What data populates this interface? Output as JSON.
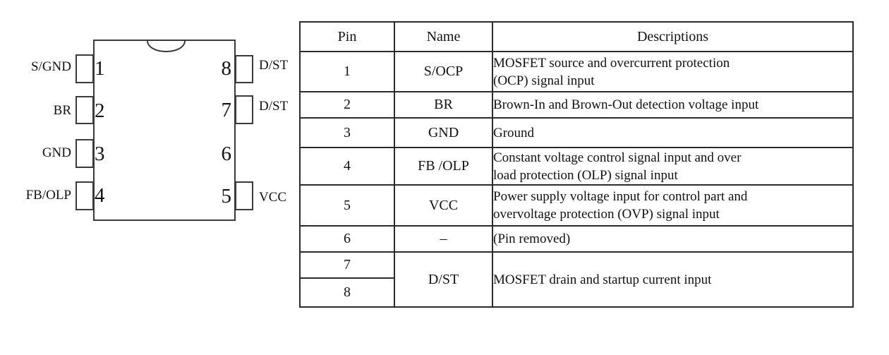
{
  "figure": {
    "chip": {
      "left_pins": [
        {
          "number": "1",
          "label": "S/GND"
        },
        {
          "number": "2",
          "label": "BR"
        },
        {
          "number": "3",
          "label": "GND"
        },
        {
          "number": "4",
          "label": "FB/OLP"
        }
      ],
      "right_pins": [
        {
          "number": "8",
          "label": "D/ST"
        },
        {
          "number": "7",
          "label": "D/ST"
        },
        {
          "number": "6",
          "label": ""
        },
        {
          "number": "5",
          "label": "VCC"
        }
      ]
    },
    "table": {
      "headers": {
        "pin": "Pin",
        "name": "Name",
        "descriptions": "Descriptions"
      },
      "rows": [
        {
          "pin": "1",
          "name": "S/OCP",
          "description": "MOSFET source and overcurrent protection\n(OCP) signal input"
        },
        {
          "pin": "2",
          "name": "BR",
          "description": "Brown-In and Brown-Out detection voltage input"
        },
        {
          "pin": "3",
          "name": "GND",
          "description": "Ground"
        },
        {
          "pin": "4",
          "name": "FB /OLP",
          "description": "Constant voltage control signal input and over\nload protection (OLP) signal input"
        },
        {
          "pin": "5",
          "name": "VCC",
          "description": "Power supply voltage input for control part and\novervoltage protection (OVP) signal input"
        },
        {
          "pin": "6",
          "name": "–",
          "description": "(Pin removed)"
        },
        {
          "pin": "7",
          "name": "D/ST",
          "description": "MOSFET drain and startup current input"
        },
        {
          "pin": "8"
        }
      ]
    },
    "colors": {
      "line": "#3a3a3a",
      "table_border": "#2b2b2b",
      "text": "#121212",
      "background": "#ffffff"
    }
  }
}
